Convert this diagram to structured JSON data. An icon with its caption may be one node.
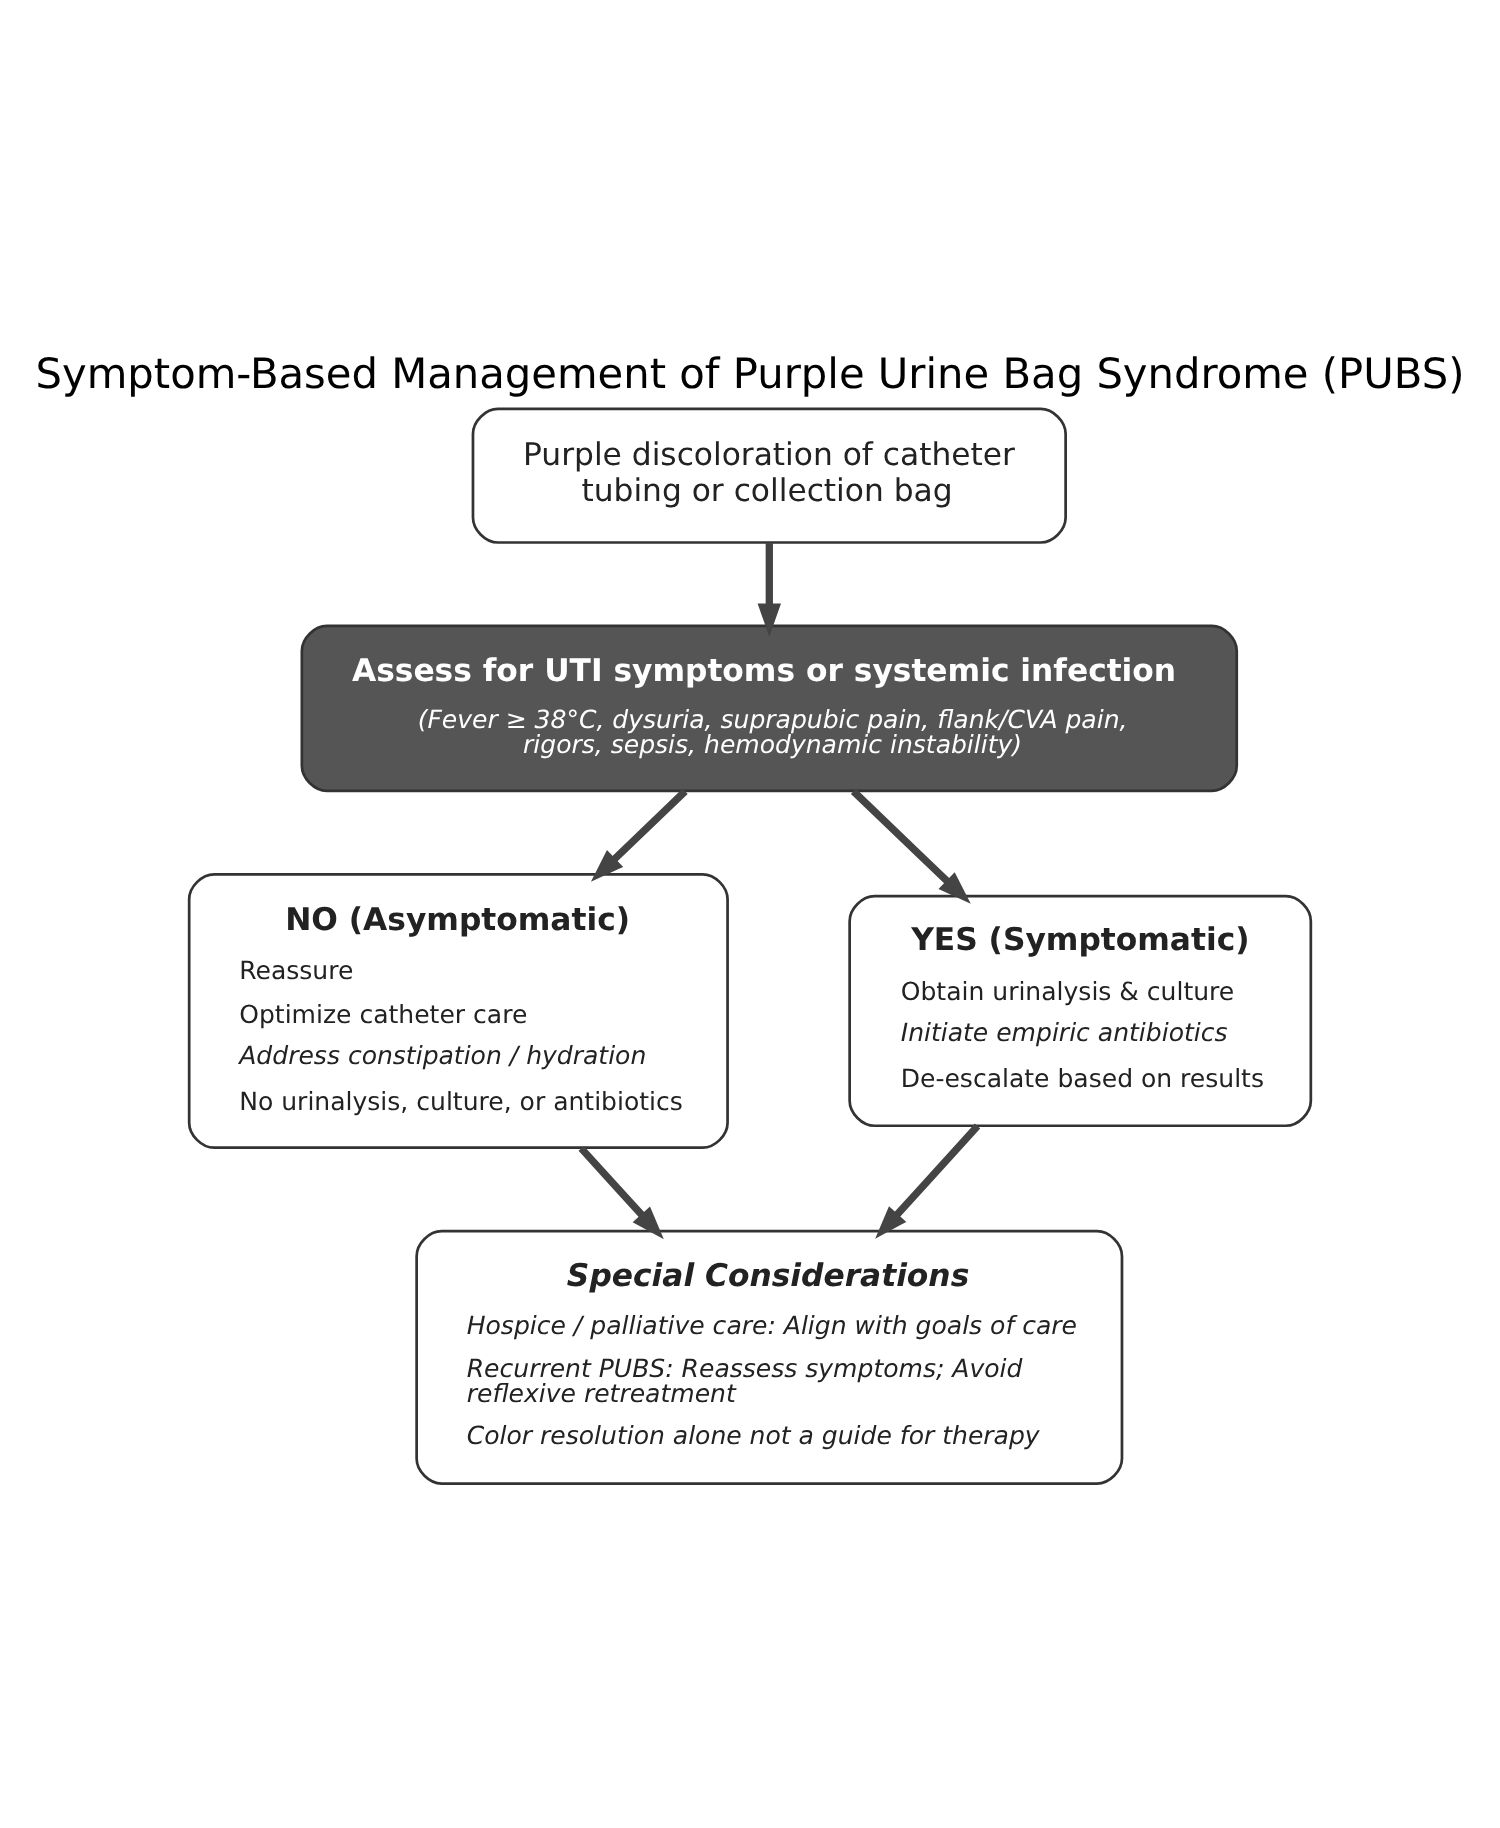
{
  "diagram": {
    "title": "Symptom-Based Management of Purple Urine Bag Syndrome (PUBS)",
    "nodes": [
      {
        "text": [
          "Purple discoloration of catheter tubing or collection bag"
        ]
      },
      {
        "text": [
          "Assess for UTI symptoms or systemic infection",
          "(Fever ≥ 38°C, dysuria, suprapubic pain, flank/CVA pain, rigors, sepsis, hemodynamic instability)"
        ]
      },
      {
        "text": [
          "NO (Asymptomatic)",
          "Reassure",
          "Optimize catheter care",
          "Address constipation / hydration",
          "No urinalysis, culture, or antibiotics"
        ]
      },
      {
        "text": [
          "YES (Symptomatic)",
          "Obtain urinalysis & culture",
          "Initiate empiric antibiotics",
          "De-escalate based on results"
        ]
      },
      {
        "text": [
          "Special Considerations",
          "Hospice / palliative care: Align with goals of care",
          "Recurrent PUBS: Reassess symptoms; Avoid reflexive retreatment",
          "Color resolution alone not a guide for therapy"
        ]
      }
    ],
    "edges": [
      {
        "from": 0,
        "to": 1,
        "arrow": "to"
      },
      {
        "from": 1,
        "to": 2,
        "arrow": "to"
      },
      {
        "from": 1,
        "to": 3,
        "arrow": "to"
      },
      {
        "from": 2,
        "to": 4,
        "arrow": "to"
      },
      {
        "from": 3,
        "to": 4,
        "arrow": "to"
      }
    ]
  }
}
